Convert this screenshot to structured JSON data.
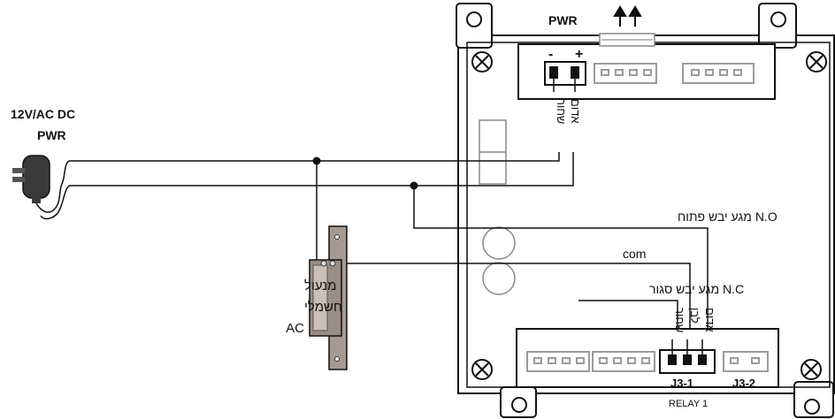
{
  "labels": {
    "pwr_top": "PWR",
    "supply_line1": "12V/AC DC",
    "supply_line2": "PWR",
    "minus": "-",
    "plus": "+",
    "pwr_wire_black": "שחור",
    "pwr_wire_red": "אדום",
    "no_label": "N.O  מגע יבש פתוח",
    "com_label": "com",
    "nc_label": "N.C  מגע יבש סגור",
    "relay_wire_black": "שחור",
    "relay_wire_white": "לבן",
    "relay_wire_red": "אדום",
    "lock_line1": "מנעול",
    "lock_line2": "חשמלי",
    "lock_line3": "AC",
    "j31": "J3-1",
    "j32": "J3-2",
    "relay1": "RELAY 1"
  },
  "colors": {
    "line": "#111111",
    "board": "#ffffff",
    "lock_body": "#9a8f86",
    "lock_strike": "#a59a91",
    "connector_gray": "#9b9b9b",
    "adapter": "#3a3a3a"
  },
  "icons": {
    "antenna": "double-arrow-up-icon",
    "screw": "screw-cross-icon",
    "mount_hole": "mount-hole-icon",
    "adapter": "power-adapter-icon",
    "lock": "electric-lock-icon"
  }
}
